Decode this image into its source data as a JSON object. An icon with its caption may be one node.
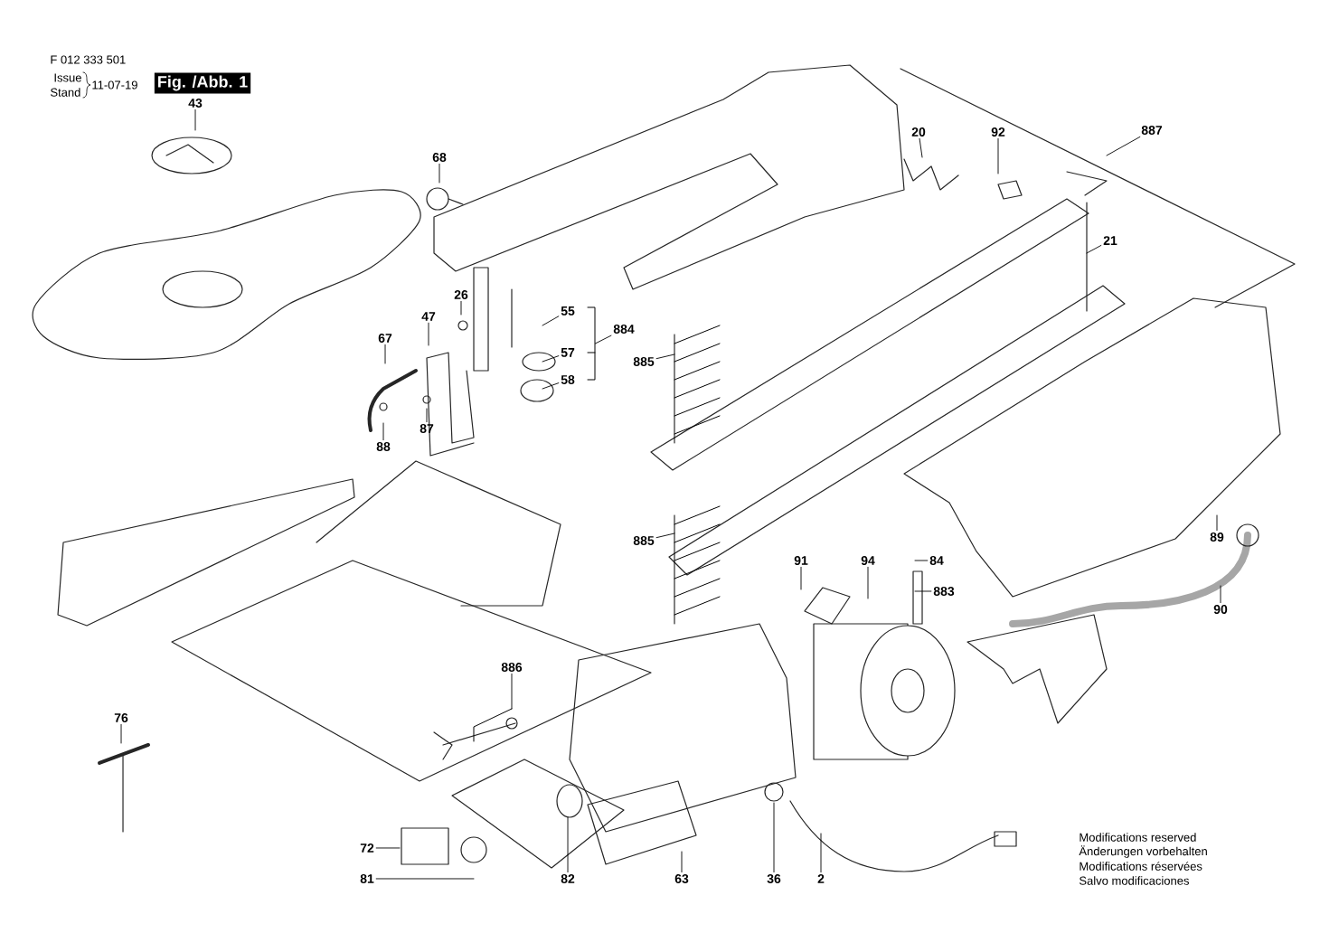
{
  "diagram": {
    "nodes": [
      {
        "text": [
          "Fig. /Abb. 1"
        ]
      },
      {
        "text": [
          "43"
        ]
      },
      {
        "text": [
          "887"
        ]
      },
      {
        "text": [
          "20"
        ]
      },
      {
        "text": [
          "92"
        ]
      },
      {
        "text": [
          "68"
        ]
      },
      {
        "text": [
          "21"
        ]
      },
      {
        "text": [
          "55"
        ]
      },
      {
        "text": [
          "26"
        ]
      },
      {
        "text": [
          "47"
        ]
      },
      {
        "text": [
          "884"
        ]
      },
      {
        "text": [
          "57"
        ]
      },
      {
        "text": [
          "67"
        ]
      },
      {
        "text": [
          "885"
        ]
      },
      {
        "text": [
          "58"
        ]
      },
      {
        "text": [
          "87"
        ]
      },
      {
        "text": [
          "88"
        ]
      },
      {
        "text": [
          "89"
        ]
      },
      {
        "text": [
          "885"
        ]
      },
      {
        "text": [
          "91"
        ]
      },
      {
        "text": [
          "94"
        ]
      },
      {
        "text": [
          "84"
        ]
      },
      {
        "text": [
          "883"
        ]
      },
      {
        "text": [
          "90"
        ]
      },
      {
        "text": [
          "886"
        ]
      },
      {
        "text": [
          "76"
        ]
      },
      {
        "text": [
          "72"
        ]
      },
      {
        "text": [
          "81"
        ]
      },
      {
        "text": [
          "82"
        ]
      },
      {
        "text": [
          "63"
        ]
      },
      {
        "text": [
          "36"
        ]
      },
      {
        "text": [
          "2"
        ]
      },
      {
        "text": [],
        "shape": "bracket"
      }
    ],
    "edges": [
      {
        "from": 1,
        "to": null,
        "arrow": "none"
      },
      {
        "from": 2,
        "to": null,
        "arrow": "none"
      },
      {
        "from": 3,
        "to": null,
        "arrow": "none"
      },
      {
        "from": 4,
        "to": null,
        "arrow": "none"
      },
      {
        "from": 5,
        "to": null,
        "arrow": "none"
      },
      {
        "from": 6,
        "to": null,
        "arrow": "none"
      },
      {
        "from": 7,
        "to": null,
        "arrow": "none"
      },
      {
        "from": 8,
        "to": null,
        "arrow": "none"
      },
      {
        "from": 9,
        "to": null,
        "arrow": "none"
      },
      {
        "from": 10,
        "to": 32,
        "arrow": "none"
      },
      {
        "from": 11,
        "to": null,
        "arrow": "none"
      },
      {
        "from": 12,
        "to": null,
        "arrow": "none"
      },
      {
        "from": 13,
        "to": null,
        "arrow": "none"
      },
      {
        "from": 14,
        "to": null,
        "arrow": "none"
      },
      {
        "from": 15,
        "to": null,
        "arrow": "none"
      },
      {
        "from": 16,
        "to": null,
        "arrow": "none"
      },
      {
        "from": 17,
        "to": null,
        "arrow": "none"
      },
      {
        "from": 18,
        "to": null,
        "arrow": "none"
      },
      {
        "from": 19,
        "to": null,
        "arrow": "none"
      },
      {
        "from": 20,
        "to": null,
        "arrow": "none"
      },
      {
        "from": 21,
        "to": null,
        "arrow": "none"
      },
      {
        "from": 22,
        "to": null,
        "arrow": "none"
      },
      {
        "from": 23,
        "to": null,
        "arrow": "none"
      },
      {
        "from": 24,
        "to": null,
        "arrow": "none"
      },
      {
        "from": 25,
        "to": null,
        "arrow": "none"
      },
      {
        "from": 26,
        "to": null,
        "arrow": "none"
      },
      {
        "from": 27,
        "to": null,
        "arrow": "none"
      },
      {
        "from": 28,
        "to": null,
        "arrow": "none"
      },
      {
        "from": 29,
        "to": null,
        "arrow": "none"
      },
      {
        "from": 30,
        "to": null,
        "arrow": "none"
      },
      {
        "from": 31,
        "to": null,
        "arrow": "none"
      }
    ],
    "labels": [
      "F 012 333 501",
      "Issue",
      "Stand",
      "11-07-19",
      "Modifications reserved",
      "Änderungen vorbehalten",
      "Modifications réservées",
      "Salvo modificaciones"
    ]
  }
}
